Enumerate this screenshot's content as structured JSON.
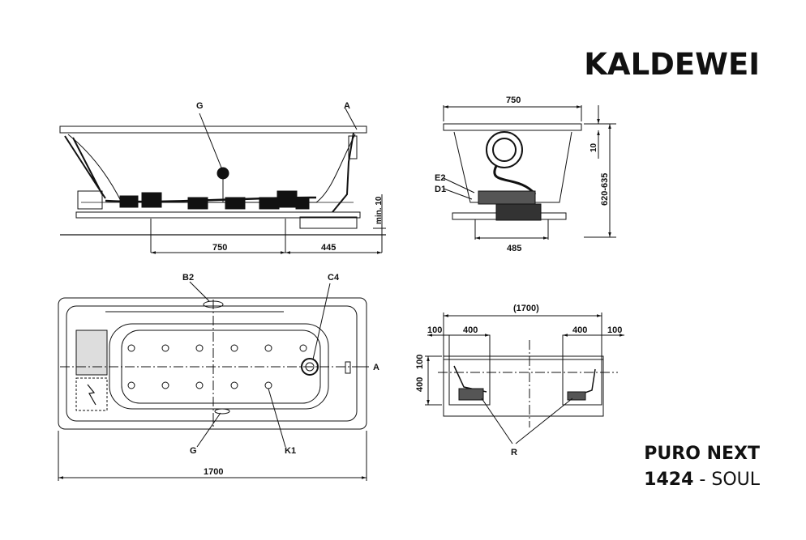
{
  "brand": "KALDEWEI",
  "model": {
    "name": "PURO NEXT",
    "code": "1424",
    "separator": "-",
    "variant": "SOUL"
  },
  "side_view": {
    "label_G": "G",
    "label_A": "A",
    "dim_foot_spacing": "750",
    "dim_end": "445",
    "dim_min": "min. 10"
  },
  "end_view": {
    "dim_width": "750",
    "dim_height": "620-635",
    "dim_rim": "10",
    "dim_feet": "485",
    "label_E2": "E2",
    "label_D1": "D1"
  },
  "top_view": {
    "label_B2": "B2",
    "label_C4": "C4",
    "label_A": "A",
    "label_G": "G",
    "label_K1": "K1",
    "dim_length": "1700"
  },
  "access_view": {
    "dim_total": "(1700)",
    "dim_left_100": "100",
    "dim_left_400": "400",
    "dim_right_400": "400",
    "dim_right_100": "100",
    "dim_v_100": "100",
    "dim_v_400": "400",
    "label_R": "R"
  }
}
